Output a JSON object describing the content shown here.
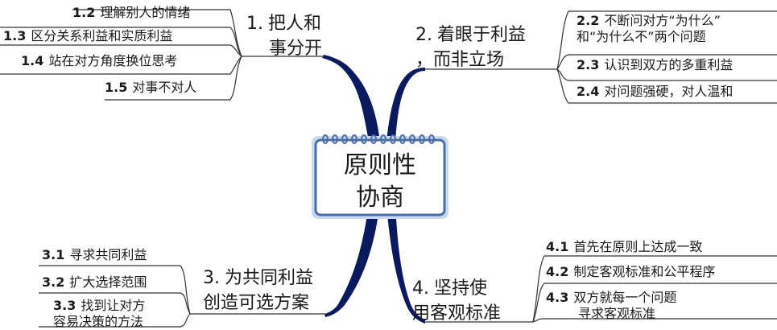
{
  "center": {
    "line1": "原则性",
    "line2": "协商"
  },
  "branches": [
    {
      "num": "1.",
      "line1": "把人和",
      "line2": "事分开",
      "items": [
        {
          "num": "1.2",
          "text": "理解别人的情绪"
        },
        {
          "num": "1.3",
          "text": "区分关系利益和实质利益"
        },
        {
          "num": "1.4",
          "text": "站在对方角度换位思考"
        },
        {
          "num": "1.5",
          "text": "对事不对人"
        }
      ]
    },
    {
      "num": "2.",
      "line1": "着眼于利益",
      "line2": "，而非立场",
      "items": [
        {
          "num": "2.2",
          "text": "不断问对方“为什么”",
          "line2": "和“为什么不”两个问题"
        },
        {
          "num": "2.3",
          "text": "认识到双方的多重利益"
        },
        {
          "num": "2.4",
          "text": "对问题强硬，对人温和"
        }
      ]
    },
    {
      "num": "3.",
      "line1": "为共同利益",
      "line2": "创造可选方案",
      "items": [
        {
          "num": "3.1",
          "text": "寻求共同利益"
        },
        {
          "num": "3.2",
          "text": "扩大选择范围"
        },
        {
          "num": "3.3",
          "text": "找到让对方",
          "line2": "容易决策的方法"
        }
      ]
    },
    {
      "num": "4.",
      "line1": "坚持使",
      "line2": "用客观标准",
      "items": [
        {
          "num": "4.1",
          "text": "首先在原则上达成一致"
        },
        {
          "num": "4.2",
          "text": "制定客观标准和公平程序"
        },
        {
          "num": "4.3",
          "text": "双方就每一个问题",
          "line2": "寻求客观标准"
        }
      ]
    }
  ],
  "colors": {
    "branch_fill": "#0b1a5e",
    "line": "#333333",
    "card_border": "#4a6ea8",
    "card_fill": "#ffffff",
    "card_glow": "#c8d8ee"
  }
}
